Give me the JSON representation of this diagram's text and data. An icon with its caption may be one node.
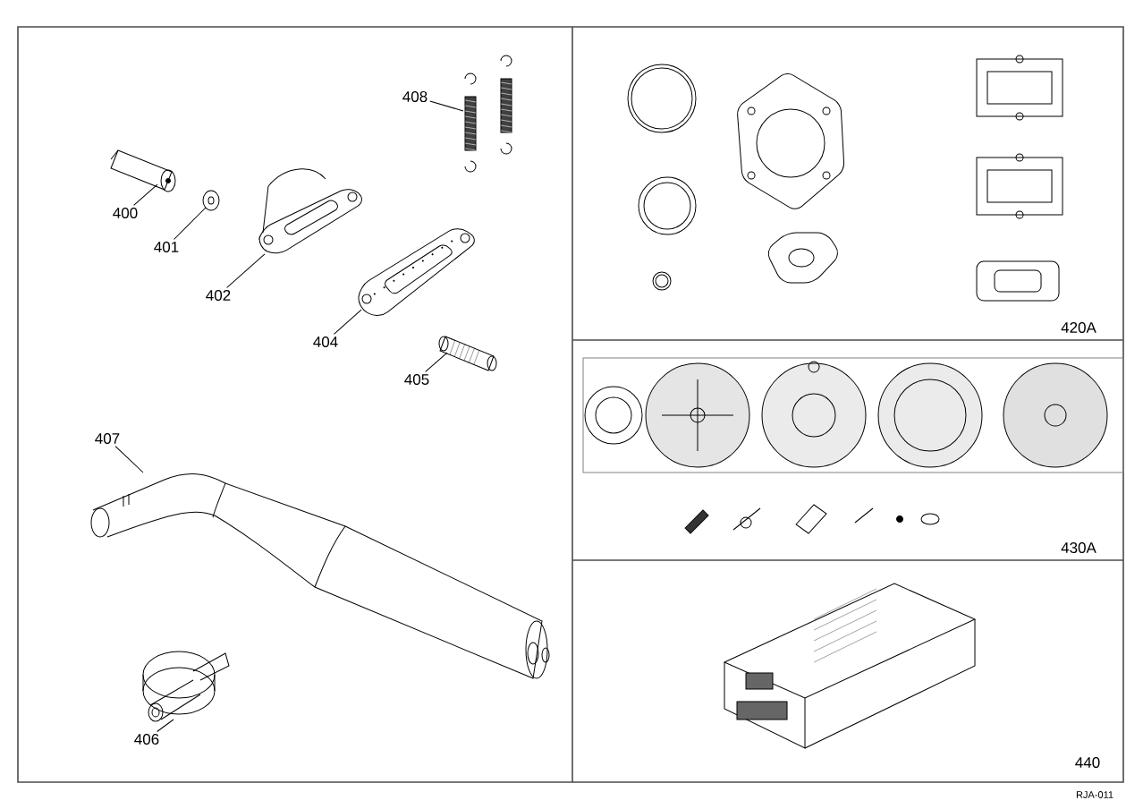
{
  "diagram": {
    "nodes": [
      {
        "text": [
          "408"
        ]
      },
      {
        "text": [],
        "shape": "picture"
      },
      {
        "text": [
          "400"
        ]
      },
      {
        "text": [],
        "shape": "picture"
      },
      {
        "text": [
          "401"
        ]
      },
      {
        "text": [],
        "shape": "picture"
      },
      {
        "text": [
          "402"
        ]
      },
      {
        "text": [],
        "shape": "picture"
      },
      {
        "text": [
          "404"
        ]
      },
      {
        "text": [],
        "shape": "picture"
      },
      {
        "text": [
          "405"
        ]
      },
      {
        "text": [],
        "shape": "picture"
      },
      {
        "text": [
          "407"
        ]
      },
      {
        "text": [],
        "shape": "picture"
      },
      {
        "text": [
          "406"
        ]
      },
      {
        "text": [],
        "shape": "picture"
      }
    ],
    "edges": [
      {
        "from": 0,
        "to": 1,
        "arrow": "none"
      },
      {
        "from": 2,
        "to": 3,
        "arrow": "none"
      },
      {
        "from": 4,
        "to": 5,
        "arrow": "none"
      },
      {
        "from": 6,
        "to": 7,
        "arrow": "none"
      },
      {
        "from": 8,
        "to": 9,
        "arrow": "none"
      },
      {
        "from": 10,
        "to": 11,
        "arrow": "none"
      },
      {
        "from": 12,
        "to": 13,
        "arrow": "none"
      },
      {
        "from": 14,
        "to": 15,
        "arrow": "none"
      }
    ],
    "labels": [
      "420A",
      "430A",
      "440",
      "RJA-011"
    ]
  }
}
